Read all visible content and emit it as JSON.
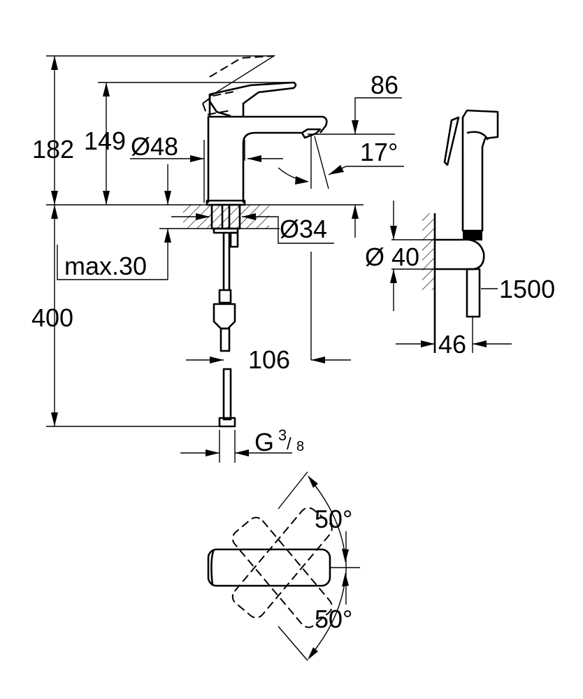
{
  "drawing": {
    "dimensions": {
      "total_height": "182",
      "spout_height": "149",
      "body_diameter": "Ø48",
      "spout_clearance": "86",
      "spout_angle": "17°",
      "hole_diameter": "Ø34",
      "max_thickness": "max.30",
      "hose_length": "400",
      "spout_reach": "106",
      "holder_diameter": "Ø 40",
      "shower_hose_length": "1500",
      "holder_depth": "46",
      "thread_prefix": "G",
      "thread_num": "3",
      "thread_den": "8",
      "lever_angle_top": "50°",
      "lever_angle_bottom": "50°"
    },
    "line_color": "#000000",
    "background_color": "#ffffff"
  }
}
